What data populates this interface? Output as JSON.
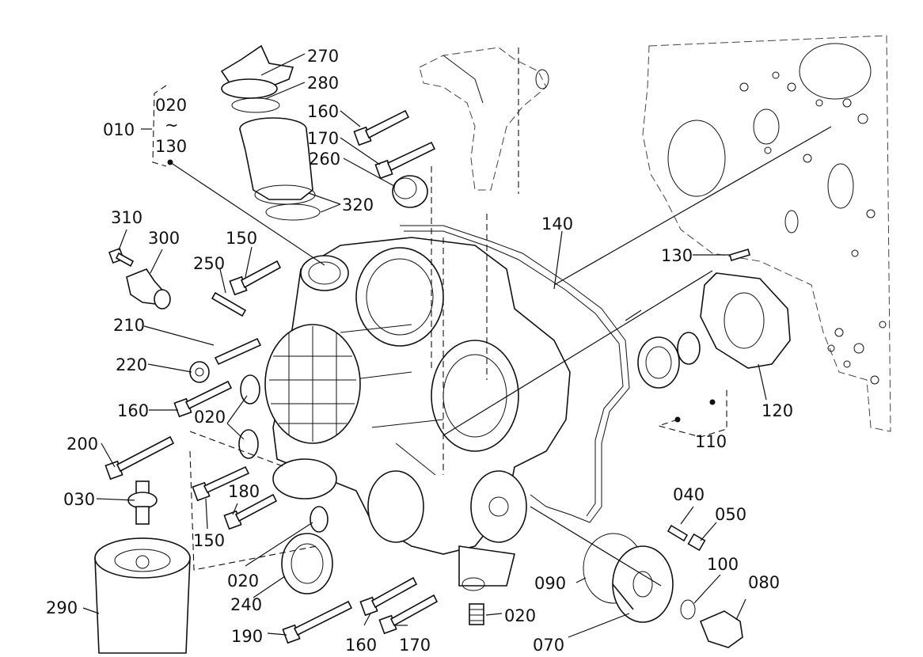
{
  "diagram": {
    "labels": {
      "l010": "010",
      "l020a": "020",
      "l_tilde": "~",
      "l130a": "130",
      "l270": "270",
      "l280": "280",
      "l160a": "160",
      "l170a": "170",
      "l260": "260",
      "l320": "320",
      "l310": "310",
      "l300": "300",
      "l150a": "150",
      "l250": "250",
      "l140": "140",
      "l130b": "130",
      "l210": "210",
      "l220": "220",
      "l160b": "160",
      "l020b": "020",
      "l120": "120",
      "l110": "110",
      "l200": "200",
      "l180": "180",
      "l030": "030",
      "l150b": "150",
      "l040": "040",
      "l050": "050",
      "l020c": "020",
      "l240": "240",
      "l100": "100",
      "l090": "090",
      "l080": "080",
      "l290": "290",
      "l020d": "020",
      "l190": "190",
      "l160c": "160",
      "l170b": "170",
      "l070": "070"
    }
  }
}
